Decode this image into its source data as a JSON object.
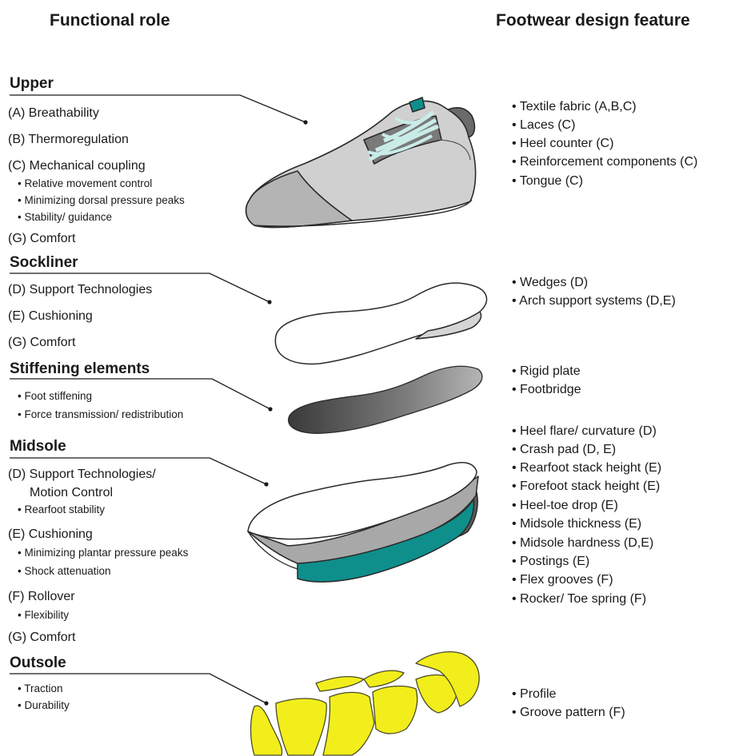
{
  "headers": {
    "left": "Functional role",
    "right": "Footwear design feature"
  },
  "sections": {
    "upper": {
      "title": "Upper",
      "roles": [
        "(A) Breathability",
        "(B) Thermoregulation",
        "(C) Mechanical coupling"
      ],
      "subs": [
        "• Relative movement control",
        "• Minimizing dorsal pressure peaks",
        "• Stability/ guidance"
      ],
      "comfort": "(G) Comfort",
      "features": [
        "• Textile fabric (A,B,C)",
        "• Laces (C)",
        "• Heel counter (C)",
        "• Reinforcement components (C)",
        "• Tongue (C)"
      ]
    },
    "sockliner": {
      "title": "Sockliner",
      "roles": [
        "(D) Support Technologies",
        "(E) Cushioning",
        "(G) Comfort"
      ],
      "features": [
        "• Wedges (D)",
        "• Arch support systems (D,E)"
      ]
    },
    "stiffening": {
      "title": "Stiffening elements",
      "subs": [
        "• Foot stiffening",
        "• Force transmission/ redistribution"
      ],
      "features": [
        "• Rigid plate",
        "• Footbridge"
      ]
    },
    "midsole": {
      "title": "Midsole",
      "role_d": "(D) Support Technologies/",
      "role_d2": "Motion Control",
      "sub_d": "• Rearfoot stability",
      "role_e": "(E) Cushioning",
      "subs_e": [
        "• Minimizing plantar pressure peaks",
        "• Shock attenuation"
      ],
      "role_f": "(F) Rollover",
      "sub_f": "• Flexibility",
      "comfort": "(G) Comfort",
      "features": [
        "• Heel flare/ curvature (D)",
        "• Crash pad (D, E)",
        "• Rearfoot stack height (E)",
        "• Forefoot stack height (E)",
        "• Heel-toe drop (E)",
        "• Midsole thickness (E)",
        "• Midsole hardness (D,E)",
        "• Postings (E)",
        "• Flex grooves (F)",
        "• Rocker/ Toe spring (F)"
      ]
    },
    "outsole": {
      "title": "Outsole",
      "subs": [
        "• Traction",
        "• Durability"
      ],
      "features": [
        "• Profile",
        "• Groove pattern (F)"
      ]
    }
  },
  "colors": {
    "upper_gray": "#c9c9c9",
    "dark_gray": "#5a5a5a",
    "teal": "#0e8f8b",
    "laces": "#c9ece8",
    "outsole_yellow": "#f2ee1b"
  }
}
